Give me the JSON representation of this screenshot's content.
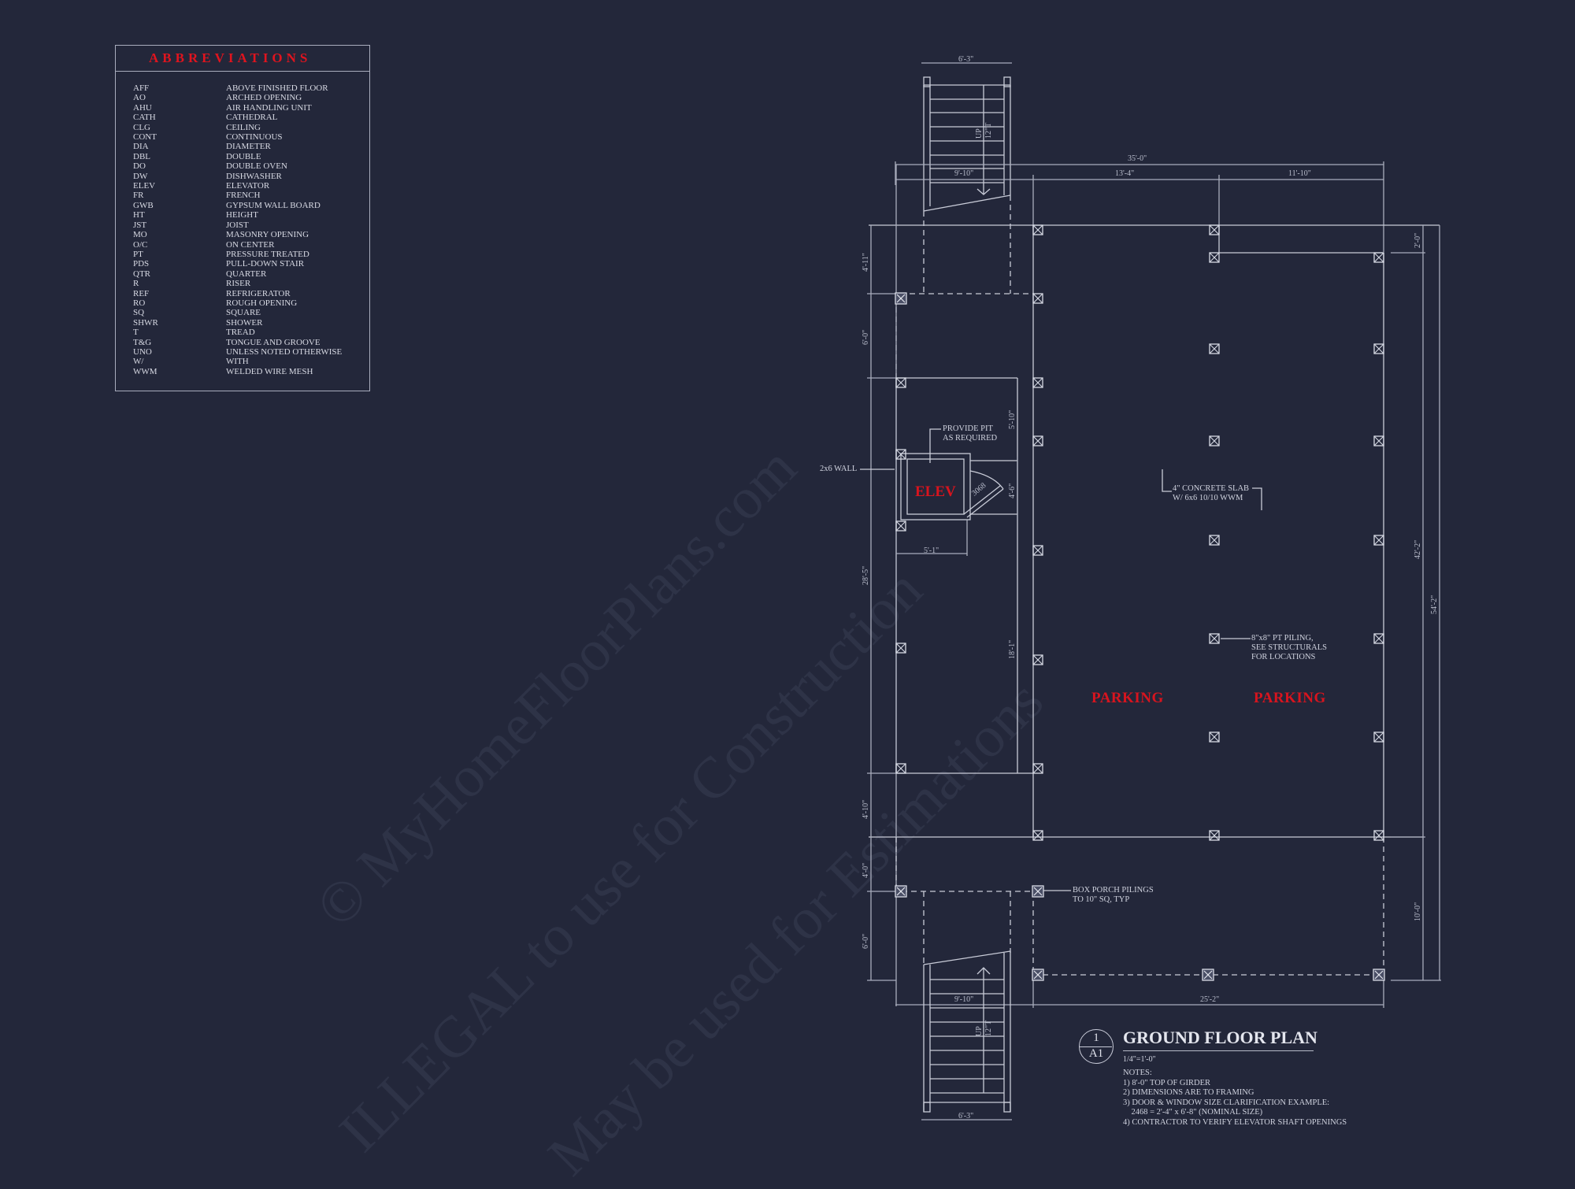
{
  "abbreviations": {
    "title": "ABBREVIATIONS",
    "items": [
      {
        "code": "AFF",
        "meaning": "ABOVE FINISHED FLOOR"
      },
      {
        "code": "AO",
        "meaning": "ARCHED OPENING"
      },
      {
        "code": "AHU",
        "meaning": "AIR HANDLING UNIT"
      },
      {
        "code": "CATH",
        "meaning": "CATHEDRAL"
      },
      {
        "code": "CLG",
        "meaning": "CEILING"
      },
      {
        "code": "CONT",
        "meaning": "CONTINUOUS"
      },
      {
        "code": "DIA",
        "meaning": "DIAMETER"
      },
      {
        "code": "DBL",
        "meaning": "DOUBLE"
      },
      {
        "code": "DO",
        "meaning": "DOUBLE OVEN"
      },
      {
        "code": "DW",
        "meaning": "DISHWASHER"
      },
      {
        "code": "ELEV",
        "meaning": "ELEVATOR"
      },
      {
        "code": "FR",
        "meaning": "FRENCH"
      },
      {
        "code": "GWB",
        "meaning": "GYPSUM WALL BOARD"
      },
      {
        "code": "HT",
        "meaning": "HEIGHT"
      },
      {
        "code": "JST",
        "meaning": "JOIST"
      },
      {
        "code": "MO",
        "meaning": "MASONRY OPENING"
      },
      {
        "code": "O/C",
        "meaning": "ON CENTER"
      },
      {
        "code": "PT",
        "meaning": "PRESSURE TREATED"
      },
      {
        "code": "PDS",
        "meaning": "PULL-DOWN STAIR"
      },
      {
        "code": "QTR",
        "meaning": "QUARTER"
      },
      {
        "code": "R",
        "meaning": "RISER"
      },
      {
        "code": "REF",
        "meaning": "REFRIGERATOR"
      },
      {
        "code": "RO",
        "meaning": "ROUGH OPENING"
      },
      {
        "code": "SQ",
        "meaning": "SQUARE"
      },
      {
        "code": "SHWR",
        "meaning": "SHOWER"
      },
      {
        "code": "T",
        "meaning": "TREAD"
      },
      {
        "code": "T&G",
        "meaning": "TONGUE AND GROOVE"
      },
      {
        "code": "UNO",
        "meaning": "UNLESS NOTED OTHERWISE"
      },
      {
        "code": "W/",
        "meaning": "WITH"
      },
      {
        "code": "WWM",
        "meaning": "WELDED WIRE MESH"
      }
    ]
  },
  "plan": {
    "dimensions": {
      "top_stair_width": "6'-3\"",
      "overall_width": "35'-0\"",
      "top_left_seg": "9'-10\"",
      "top_mid_seg": "13'-4\"",
      "top_right_seg": "11'-10\"",
      "left_1": "4'-11\"",
      "left_2": "6'-0\"",
      "left_3": "28'-5\"",
      "left_4": "4'-10\"",
      "left_5": "4'-0\"",
      "left_6": "6'-0\"",
      "inner_1": "5'-10\"",
      "inner_elev": "4'-6\"",
      "inner_2": "18'-1\"",
      "elev_width": "5'-1\"",
      "door_size": "3068",
      "right_1": "2'-0\"",
      "right_2": "42'-2\"",
      "right_3": "10'-0\"",
      "right_overall": "54'-2\"",
      "bottom_left_seg": "9'-10\"",
      "bottom_right_seg": "25'-2\"",
      "bottom_stair_width": "6'-3\""
    },
    "stairs": {
      "label_up": "UP",
      "label_tread": "12\"T"
    },
    "labels": {
      "elev": "ELEV",
      "parking_left": "PARKING",
      "parking_right": "PARKING",
      "wall_note": "2x6 WALL",
      "pit_note_1": "PROVIDE PIT",
      "pit_note_2": "AS REQUIRED",
      "slab_note_1": "4\" CONCRETE SLAB",
      "slab_note_2": "W/ 6x6 10/10 WWM",
      "piling_note_1": "8\"x8\" PT PILING,",
      "piling_note_2": "SEE STRUCTURALS",
      "piling_note_3": "FOR LOCATIONS",
      "porch_note_1": "BOX PORCH PILINGS",
      "porch_note_2": "TO 10\" SQ, TYP"
    }
  },
  "title_block": {
    "detail_number": "1",
    "sheet": "A1",
    "title": "GROUND FLOOR PLAN",
    "scale": "1/4\"=1'-0\"",
    "notes_heading": "NOTES:",
    "notes": [
      "1) 8'-0\" TOP OF GIRDER",
      "2) DIMENSIONS ARE TO FRAMING",
      "3) DOOR & WINDOW SIZE CLARIFICATION EXAMPLE:",
      "    2468 = 2'-4\" x 6'-8\" (NOMINAL SIZE)",
      "4) CONTRACTOR TO VERIFY ELEVATOR SHAFT OPENINGS"
    ]
  },
  "watermark": {
    "line1": "© MyHomeFloorPlans.com",
    "line2": "ILLEGAL to use for Construction",
    "line3": "May be used for Estimations"
  },
  "colors": {
    "background": "#23273a",
    "linework": "#c9ccd8",
    "accent_red": "#e0141e"
  }
}
